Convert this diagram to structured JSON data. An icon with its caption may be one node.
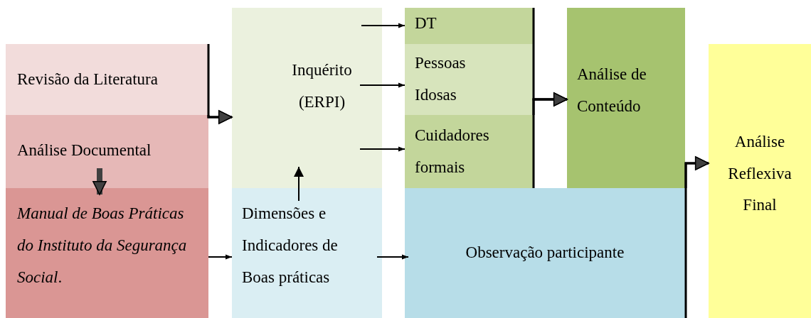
{
  "diagram": {
    "nodes": [
      {
        "text": [
          "Revisão da Literatura"
        ]
      },
      {
        "text": [
          "Análise Documental"
        ]
      },
      {
        "text": [
          "*Manual de Boas Práticas do Instituto da Segurança Social*."
        ]
      },
      {
        "text": [
          "Inquérito (ERPI)"
        ]
      },
      {
        "text": [
          "Dimensões e Indicadores de Boas práticas"
        ]
      },
      {
        "text": [
          "DT"
        ]
      },
      {
        "text": [
          "Pessoas Idosas"
        ]
      },
      {
        "text": [
          "Cuidadores formais"
        ]
      },
      {
        "text": [
          "Análise de Conteúdo"
        ]
      },
      {
        "text": [
          "Observação participante"
        ]
      },
      {
        "text": [
          "Análise Reflexiva Final"
        ]
      }
    ],
    "edges": [
      {
        "from": 0,
        "to": 3,
        "arrow": "to"
      },
      {
        "from": 1,
        "to": 3,
        "arrow": "to"
      },
      {
        "from": 1,
        "to": 2,
        "arrow": "to",
        "style": "thick"
      },
      {
        "from": 2,
        "to": 4,
        "arrow": "to"
      },
      {
        "from": 4,
        "to": 3,
        "arrow": "to"
      },
      {
        "from": 3,
        "to": 5,
        "arrow": "to"
      },
      {
        "from": 3,
        "to": 6,
        "arrow": "to"
      },
      {
        "from": 3,
        "to": 7,
        "arrow": "to"
      },
      {
        "from": 4,
        "to": 9,
        "arrow": "to"
      },
      {
        "from": 5,
        "to": 8,
        "arrow": "to"
      },
      {
        "from": 6,
        "to": 8,
        "arrow": "to"
      },
      {
        "from": 7,
        "to": 8,
        "arrow": "to"
      },
      {
        "from": 8,
        "to": 10,
        "arrow": "to"
      },
      {
        "from": 9,
        "to": 10,
        "arrow": "to"
      }
    ]
  }
}
